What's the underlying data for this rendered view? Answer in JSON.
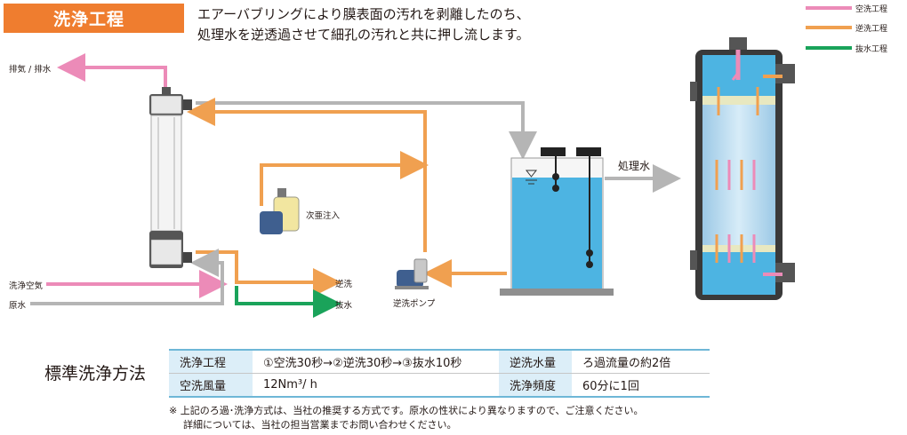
{
  "header": {
    "title": "洗浄工程",
    "description_line1": "エアーバブリングにより膜表面の汚れを剥離したのち、",
    "description_line2": "処理水を逆透過させて細孔の汚れと共に押し流します。"
  },
  "legend": [
    {
      "label": "空洗工程",
      "color": "#ec8bb8"
    },
    {
      "label": "逆洗工程",
      "color": "#f0a050"
    },
    {
      "label": "抜水工程",
      "color": "#1aa35a"
    }
  ],
  "diagram": {
    "exhaust_label": "排気 / 排水",
    "chemical_label": "次亜注入",
    "air_wash_label": "洗浄空気",
    "raw_water_label": "原水",
    "backwash_label": "逆洗",
    "drain_label": "抜水",
    "pump_label": "逆洗ポンプ",
    "treated_water_label": "処理水"
  },
  "method": {
    "title": "標準洗浄方法",
    "rows": [
      {
        "k1": "洗浄工程",
        "v1": "①空洗30秒→②逆洗30秒→③抜水10秒",
        "k2": "逆洗水量",
        "v2": "ろ過流量の約2倍"
      },
      {
        "k1": "空洗風量",
        "v1": "12Nm³/ h",
        "k2": "洗浄頻度",
        "v2": "60分に1回"
      }
    ],
    "note_line1": "※ 上記のろ過･洗浄方式は、当社の推奨する方式です。原水の性状により異なりますので、ご注意ください。",
    "note_line2": "詳細については、当社の担当営業までお問い合わせください。"
  }
}
